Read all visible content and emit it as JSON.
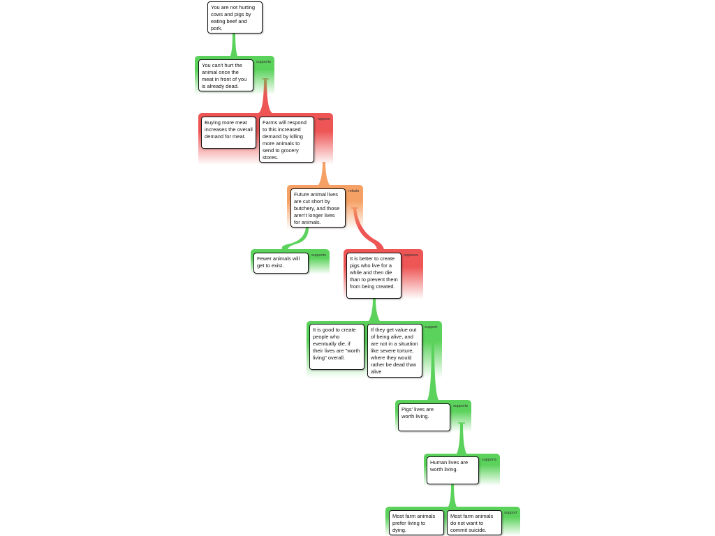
{
  "colors": {
    "support": "#5bd25b",
    "oppose": "#ee5555",
    "rebut": "#f5a064"
  },
  "claims": {
    "c0": "You are not hurting cows and pigs by eating beef and pork.",
    "c1": "You can't hurt the animal once the meat in front of you is already dead.",
    "c2": "Buying more meat increases the overall demand for meat.",
    "c3": "Farms will respond to this increased demand by killing more animals to send to grocery stores.",
    "c4": "Future animal lives are cut short by butchery, and those aren't longer lives for animals.",
    "c5": "Fewer animals will get to exist.",
    "c6": "It is better to create pigs who live for a while and then die than to prevent them from being created.",
    "c7": "It is good to create people who eventually die, if their lives are \"worth living\" overall.",
    "c8": "If they get value out of being alive, and are not in a situation like severe torture, where they would rather be dead than alive",
    "c9": "Pigs' lives are worth living.",
    "c10": "Human lives are worth living.",
    "c11": "Most farm animals prefer living to dying.",
    "c12": "Most farm animals do not want to commit suicide."
  },
  "relations": {
    "r1": "supports",
    "r2": "oppose",
    "r3": "rebuts",
    "r4": "supports",
    "r5": "opposes",
    "r6": "support",
    "r7": "supports",
    "r8": "supports",
    "r9": "support"
  }
}
